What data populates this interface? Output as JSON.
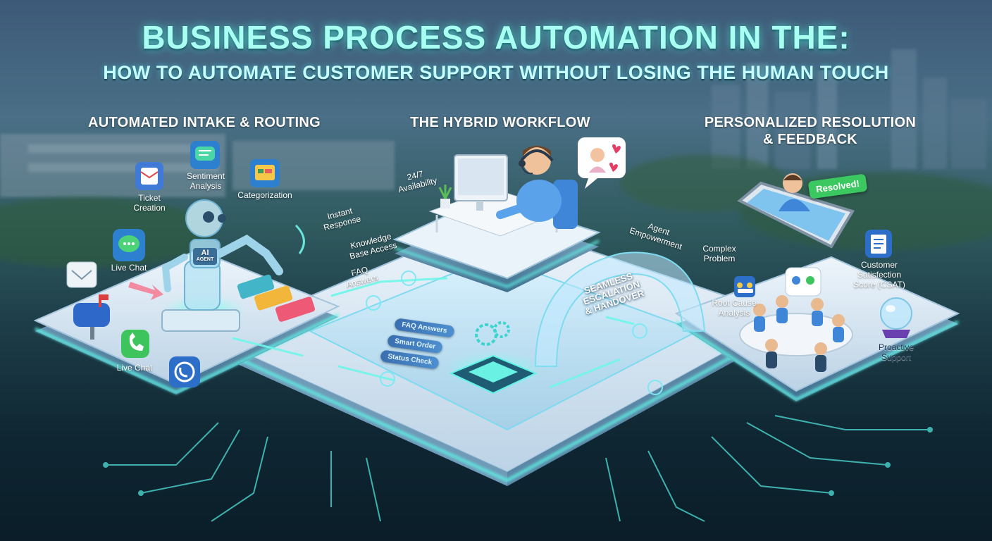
{
  "title": "BUSINESS PROCESS AUTOMATION IN THE:",
  "subtitle": "HOW TO AUTOMATE CUSTOMER SUPPORT WITHOUT LOSING THE HUMAN TOUCH",
  "sections": {
    "intake": "AUTOMATED INTAKE & ROUTING",
    "hybrid": "THE HYBRID WORKFLOW",
    "resolution_line1": "PERSONALIZED RESOLUTION",
    "resolution_line2": "& FEEDBACK"
  },
  "intake_labels": {
    "ticket_1": "Ticket",
    "ticket_2": "Creation",
    "sentiment_1": "Sentiment",
    "sentiment_2": "Analysis",
    "categorization": "Categorization",
    "live_chat_top": "Live Chat",
    "live_chat_bottom": "Live Chat",
    "robot_badge_1": "AI",
    "robot_badge_2": "AGENT"
  },
  "hybrid_labels": {
    "availability_1": "24/7",
    "availability_2": "Availability",
    "instant_1": "Instant",
    "instant_2": "Response",
    "knowledge_1": "Knowledge",
    "knowledge_2": "Base Access",
    "faq_1": "FAQ",
    "faq_2": "Answers",
    "agent_1": "Agent",
    "agent_2": "Empowerment",
    "escalation_1": "SEAMLESS",
    "escalation_2": "ESCALATION",
    "escalation_3": "& HANDOVER",
    "chip_1": "FAQ Answers",
    "chip_2": "Smart Order",
    "chip_3": "Status Check"
  },
  "resolution_labels": {
    "resolved": "Resolved!",
    "complex_1": "Complex",
    "complex_2": "Problem",
    "root_1": "Root Cause",
    "root_2": "Analysis",
    "csat_1": "Customer",
    "csat_2": "Satisfection",
    "csat_3": "Score (CSAT)",
    "proactive_1": "Proactive",
    "proactive_2": "Support"
  },
  "colors": {
    "neon": "#5ff3e6",
    "platform": "#dfe9f3",
    "platform_edge": "#a9c7de",
    "accent_blue": "#3d8ff0",
    "badge_green": "#3cc860"
  },
  "icons": [
    "ticket-icon",
    "sentiment-chat-icon",
    "categorization-folder-icon",
    "live-chat-bubble-icon",
    "mail-envelope-icon",
    "mailbox-icon",
    "phone-icon",
    "headset-call-icon",
    "robot-icon",
    "agent-figure-icon",
    "heart-chat-icon",
    "smartphone-icon",
    "team-table-icon",
    "clipboard-icon",
    "crystal-ball-icon",
    "cpu-chip-icon"
  ]
}
